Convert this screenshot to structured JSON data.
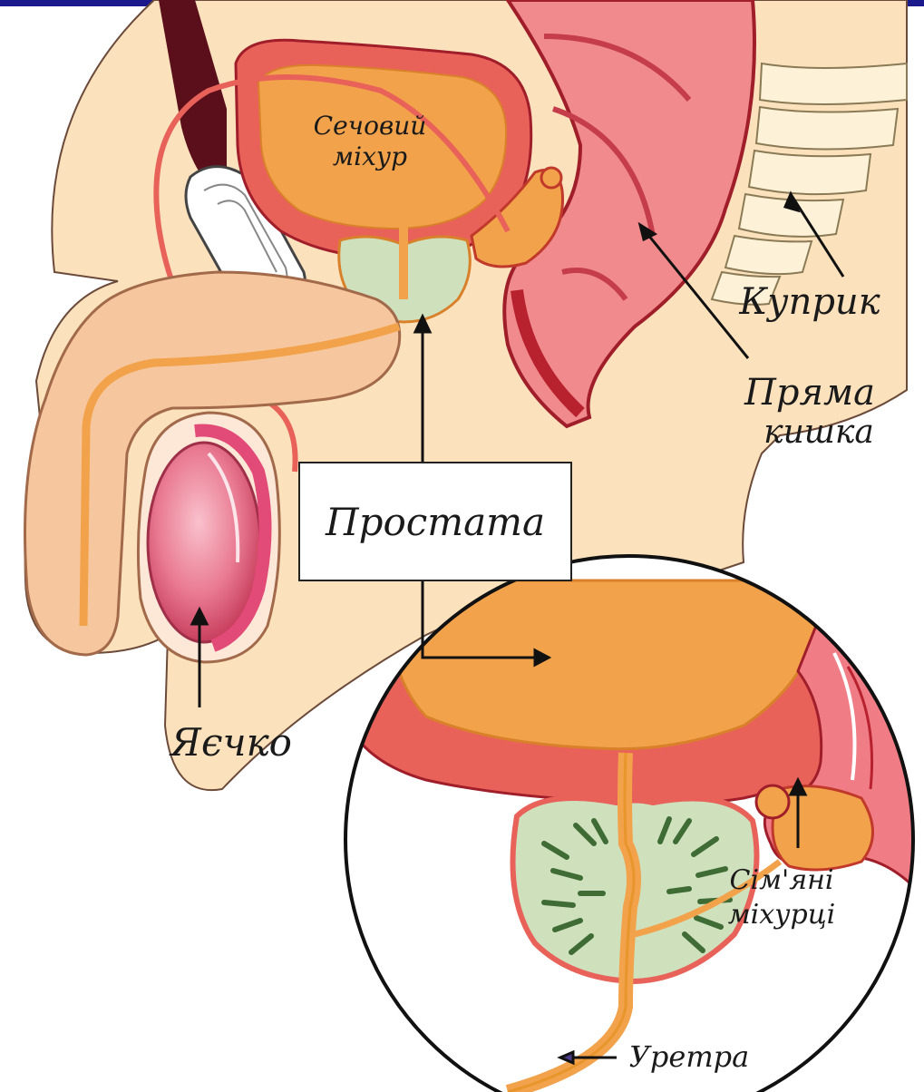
{
  "labels": {
    "bladder_line1": "Сечовий",
    "bladder_line2": "міхур",
    "coccyx": "Куприк",
    "rectum_line1": "Пряма",
    "rectum_line2": "кишка",
    "prostate": "Простата",
    "testicle": "Яєчко",
    "seminal_line1": "Сім'яні",
    "seminal_line2": "міхурці",
    "urethra": "Уретра"
  },
  "colors": {
    "skin": "#fbe2bd",
    "muscle_red": "#e8625a",
    "dark_red": "#b8222e",
    "pink": "#f07c86",
    "orange": "#f2a24a",
    "prostate_green": "#cfe0bd",
    "gland_dark": "#3f6b35",
    "top_bar": "#1a1a8c"
  }
}
